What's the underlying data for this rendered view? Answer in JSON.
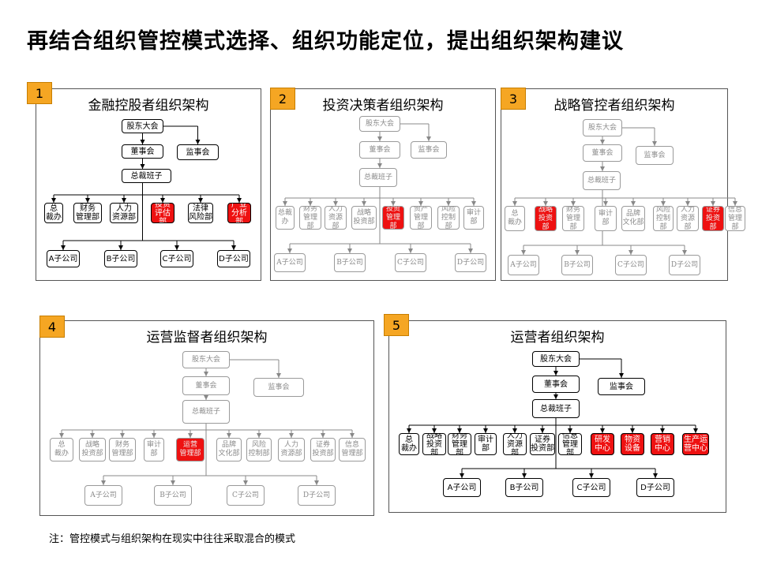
{
  "page": {
    "title": "再结合组织管控模式选择、组织功能定位，提出组织架构建议",
    "note": "注：管控模式与组织架构在现实中往往采取混合的模式"
  },
  "colors": {
    "badge": "#f5a623",
    "highlight": "#ee1111",
    "line": "#000000"
  },
  "panels": [
    {
      "number": "1",
      "title": "金融控股者组织架构",
      "style": "normal",
      "shareholders": "股东大会",
      "board": "董事会",
      "supervisors": "监事会",
      "exec": "总裁班子",
      "departments": [
        {
          "label": "总\n裁办",
          "highlight": false
        },
        {
          "label": "财务\n管理部",
          "highlight": false
        },
        {
          "label": "人力\n资源部",
          "highlight": false
        },
        {
          "label": "投资\n评估部",
          "highlight": true
        },
        {
          "label": "法律\n风险部",
          "highlight": false
        },
        {
          "label": "产业\n分析部",
          "highlight": true
        }
      ],
      "subsidiaries": [
        "A子公司",
        "B子公司",
        "C子公司",
        "D子公司"
      ]
    },
    {
      "number": "2",
      "title": "投资决策者组织架构",
      "style": "faint",
      "shareholders": "股东大会",
      "board": "董事会",
      "supervisors": "监事会",
      "exec": "总裁班子",
      "departments": [
        {
          "label": "总裁办",
          "highlight": false
        },
        {
          "label": "财务\n管理部",
          "highlight": false
        },
        {
          "label": "人力\n资源部",
          "highlight": false
        },
        {
          "label": "战略\n投资部",
          "highlight": false
        },
        {
          "label": "投资\n管理部",
          "highlight": true
        },
        {
          "label": "资产\n管理部",
          "highlight": false
        },
        {
          "label": "风险\n控制部",
          "highlight": false
        },
        {
          "label": "审计部",
          "highlight": false
        }
      ],
      "subsidiaries": [
        "A子公司",
        "B子公司",
        "C子公司",
        "D子公司"
      ]
    },
    {
      "number": "3",
      "title": "战略管控者组织架构",
      "style": "faint",
      "shareholders": "股东大会",
      "board": "董事会",
      "supervisors": "监事会",
      "exec": "总裁班子",
      "departments": [
        {
          "label": "总\n裁办",
          "highlight": false
        },
        {
          "label": "战略\n投资部",
          "highlight": true
        },
        {
          "label": "财务\n管理部",
          "highlight": false
        },
        {
          "label": "审计\n部",
          "highlight": false
        },
        {
          "label": "品牌\n文化部",
          "highlight": false
        },
        {
          "label": "风险\n控制部",
          "highlight": false
        },
        {
          "label": "人力\n资源部",
          "highlight": false
        },
        {
          "label": "证券\n投资部",
          "highlight": true
        },
        {
          "label": "信息\n管理部",
          "highlight": false
        }
      ],
      "subsidiaries": [
        "A子公司",
        "B子公司",
        "C子公司",
        "D子公司"
      ]
    },
    {
      "number": "4",
      "title": "运营监督者组织架构",
      "style": "faint",
      "shareholders": "股东大会",
      "board": "董事会",
      "supervisors": "监事会",
      "exec": "总裁班子",
      "departments": [
        {
          "label": "总\n裁办",
          "highlight": false
        },
        {
          "label": "战略\n投资部",
          "highlight": false
        },
        {
          "label": "财务\n管理部",
          "highlight": false
        },
        {
          "label": "审计\n部",
          "highlight": false
        },
        {
          "label": "运营\n管理部",
          "highlight": true
        },
        {
          "label": "品牌\n文化部",
          "highlight": false
        },
        {
          "label": "风险\n控制部",
          "highlight": false
        },
        {
          "label": "人力\n资源部",
          "highlight": false
        },
        {
          "label": "证券\n投资部",
          "highlight": false
        },
        {
          "label": "信息\n管理部",
          "highlight": false
        }
      ],
      "subsidiaries": [
        "A子公司",
        "B子公司",
        "C子公司",
        "D子公司"
      ]
    },
    {
      "number": "5",
      "title": "运营者组织架构",
      "style": "normal",
      "shareholders": "股东大会",
      "board": "董事会",
      "supervisors": "监事会",
      "exec": "总裁班子",
      "departments": [
        {
          "label": "总\n裁办",
          "highlight": false
        },
        {
          "label": "战略\n投资部",
          "highlight": false
        },
        {
          "label": "财务\n管理部",
          "highlight": false
        },
        {
          "label": "审计\n部",
          "highlight": false
        },
        {
          "label": "人力\n资源部",
          "highlight": false
        },
        {
          "label": "证券\n投资部",
          "highlight": false
        },
        {
          "label": "信息\n管理部",
          "highlight": false
        },
        {
          "label": "研发\n中心",
          "highlight": true
        },
        {
          "label": "物资\n设备",
          "highlight": true
        },
        {
          "label": "营销\n中心",
          "highlight": true
        },
        {
          "label": "生产运\n营中心",
          "highlight": true
        }
      ],
      "subsidiaries": [
        "A子公司",
        "B子公司",
        "C子公司",
        "D子公司"
      ]
    }
  ]
}
